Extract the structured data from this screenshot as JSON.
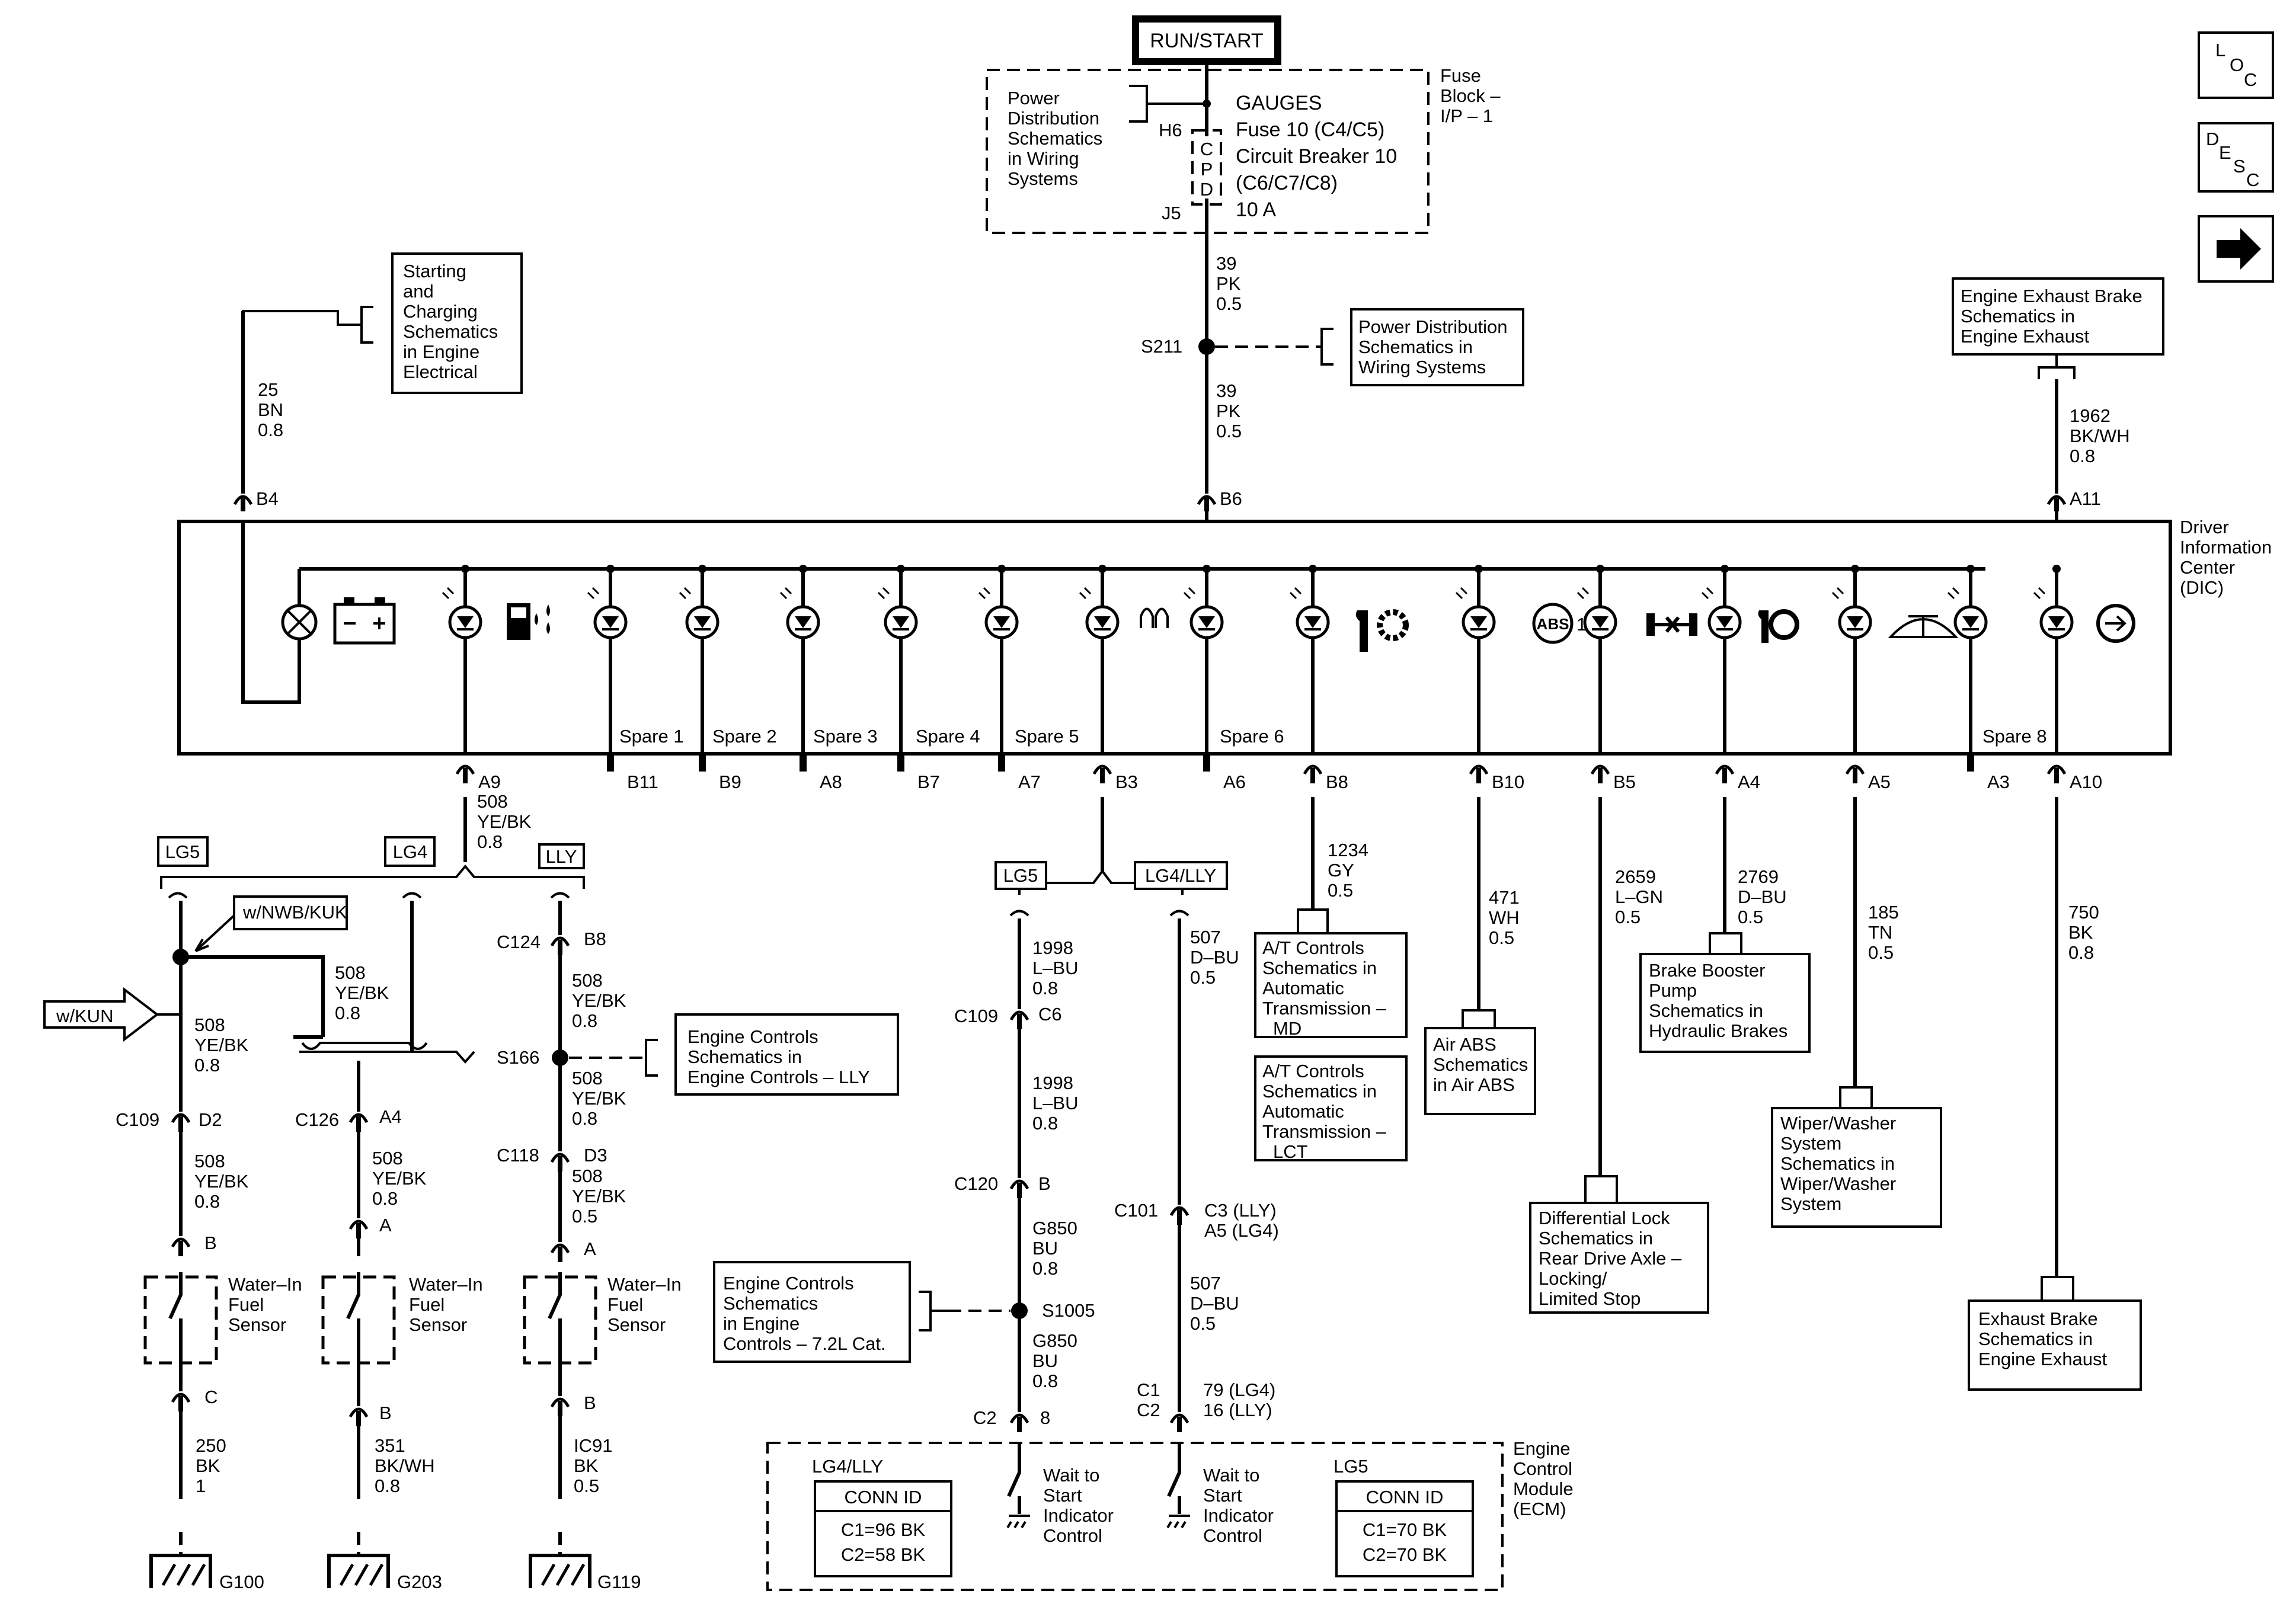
{
  "header": {
    "run_start": "RUN/START"
  },
  "nav": {
    "loc": [
      "L",
      "O",
      "C"
    ],
    "desc": [
      "D",
      "E",
      "S",
      "C"
    ],
    "next_icon": "right-arrow-icon"
  },
  "fuse_block": {
    "label": [
      "Fuse",
      "Block –",
      "I/P – 1"
    ],
    "power_dist": [
      "Power",
      "Distribution",
      "Schematics",
      "in Wiring",
      "Systems"
    ],
    "fuse_text": [
      "GAUGES",
      "Fuse 10 (C4/C5)",
      "Circuit Breaker 10",
      "(C6/C7/C8)",
      "10 A"
    ],
    "cpd": [
      "C",
      "P",
      "D"
    ],
    "h6": "H6",
    "j5": "J5"
  },
  "refs": {
    "starting": [
      "Starting",
      "and",
      "Charging",
      "Schematics",
      "in Engine",
      "Electrical"
    ],
    "power_dist2": [
      "Power Distribution",
      "Schematics in",
      "Wiring  Systems"
    ],
    "exhaust_top": [
      "Engine Exhaust Brake",
      "Schematics in",
      "Engine Exhaust"
    ],
    "at_md": [
      "A/T Controls",
      "Schematics in",
      "Automatic",
      "Transmission –",
      "MD"
    ],
    "at_lct": [
      "A/T Controls",
      "Schematics in",
      "Automatic",
      "Transmission –",
      "LCT"
    ],
    "air_abs": [
      "Air ABS",
      "Schematics",
      "in Air ABS"
    ],
    "brake_booster": [
      "Brake Booster",
      "Pump",
      "Schematics in",
      "Hydraulic Brakes"
    ],
    "diff_lock": [
      "Differential Lock",
      "Schematics in",
      "Rear Drive Axle –",
      "Locking/",
      "Limited Stop"
    ],
    "wiper": [
      "Wiper/Washer",
      "System",
      "Schematics in",
      "Wiper/Washer",
      "System"
    ],
    "exhaust_bottom": [
      "Exhaust Brake",
      "Schematics in",
      "Engine Exhaust"
    ],
    "ec_lly": [
      "Engine Controls",
      "Schematics in",
      "Engine Controls – LLY"
    ],
    "ec_72": [
      "Engine Controls",
      "Schematics",
      "in Engine",
      "Controls – 7.2L Cat."
    ]
  },
  "dic": {
    "label": [
      "Driver",
      "Information",
      "Center",
      "(DIC)"
    ],
    "spares": [
      "Spare 1",
      "Spare 2",
      "Spare 3",
      "Spare 4",
      "Spare 5",
      "Spare 6",
      "Spare 8"
    ]
  },
  "wires": {
    "w39a": [
      "39",
      "PK",
      "0.5"
    ],
    "w39b": [
      "39",
      "PK",
      "0.5"
    ],
    "s211": "S211",
    "w25": [
      "25",
      "BN",
      "0.8"
    ],
    "w1962": [
      "1962",
      "BK/WH",
      "0.8"
    ],
    "w508a": [
      "508",
      "YE/BK",
      "0.8"
    ],
    "w1234": [
      "1234",
      "GY",
      "0.5"
    ],
    "w471": [
      "471",
      "WH",
      "0.5"
    ],
    "w2659": [
      "2659",
      "L–GN",
      "0.5"
    ],
    "w2769": [
      "2769",
      "D–BU",
      "0.5"
    ],
    "w185": [
      "185",
      "TN",
      "0.5"
    ],
    "w750": [
      "750",
      "BK",
      "0.8"
    ]
  },
  "pins_top": [
    "B4",
    "B6",
    "A11"
  ],
  "pins_bottom": [
    "A9",
    "B11",
    "B9",
    "A8",
    "B7",
    "A7",
    "B3",
    "A6",
    "B8",
    "B10",
    "B5",
    "A4",
    "A5",
    "A3",
    "A10"
  ],
  "engines": {
    "lg5": "LG5",
    "lg4": "LG4",
    "lly": "LLY",
    "lg4lly": "LG4/LLY"
  },
  "options": {
    "nwb": "w/NWB/KUK",
    "kun": "w/KUN"
  },
  "left": {
    "c1": {
      "w1": [
        "508",
        "YE/BK",
        "0.8"
      ],
      "conn": [
        "C109",
        "D2"
      ],
      "w2": [
        "508",
        "YE/BK",
        "0.8"
      ],
      "b": "B",
      "c": "C",
      "w3": [
        "250",
        "BK",
        "1"
      ],
      "ground": "G100"
    },
    "c2": {
      "w0": [
        "508",
        "YE/BK",
        "0.8"
      ],
      "conn": [
        "C126",
        "A4"
      ],
      "w2": [
        "508",
        "YE/BK",
        "0.8"
      ],
      "a": "A",
      "b": "B",
      "w3": [
        "351",
        "BK/WH",
        "0.8"
      ],
      "ground": "G203"
    },
    "c3": {
      "conn1": [
        "C124",
        "B8"
      ],
      "w1": [
        "508",
        "YE/BK",
        "0.8"
      ],
      "s166": "S166",
      "w2": [
        "508",
        "YE/BK",
        "0.8"
      ],
      "conn2": [
        "C118",
        "D3"
      ],
      "w3": [
        "508",
        "YE/BK",
        "0.5"
      ],
      "a": "A",
      "b": "B",
      "w4": [
        "IC91",
        "BK",
        "0.5"
      ],
      "ground": "G119"
    },
    "sensor": [
      "Water–In",
      "Fuel",
      "Sensor"
    ]
  },
  "middle": {
    "w1998a": [
      "1998",
      "L–BU",
      "0.8"
    ],
    "c109": [
      "C109",
      "C6"
    ],
    "w1998b": [
      "1998",
      "L–BU",
      "0.8"
    ],
    "c120": [
      "C120",
      "B"
    ],
    "g850a": [
      "G850",
      "BU",
      "0.8"
    ],
    "s1005": "S1005",
    "g850b": [
      "G850",
      "BU",
      "0.8"
    ],
    "c2": [
      "C2",
      "8"
    ],
    "w507a": [
      "507",
      "D–BU",
      "0.5"
    ],
    "c101": [
      "C101",
      "C3 (LLY)",
      "A5 (LG4)"
    ],
    "w507b": [
      "507",
      "D–BU",
      "0.5"
    ],
    "c1c2": [
      "C1",
      "C2"
    ],
    "w79": [
      "79 (LG4)",
      "16 (LLY)"
    ]
  },
  "ecm": {
    "label": [
      "Engine",
      "Control",
      "Module",
      "(ECM)"
    ],
    "lg4lly": "LG4/LLY",
    "lg5": "LG5",
    "conn_id": "CONN ID",
    "left": [
      "C1=96 BK",
      "C2=58 BK"
    ],
    "right": [
      "C1=70 BK",
      "C2=70 BK"
    ],
    "wait": [
      "Wait to",
      "Start",
      "Indicator",
      "Control"
    ]
  }
}
